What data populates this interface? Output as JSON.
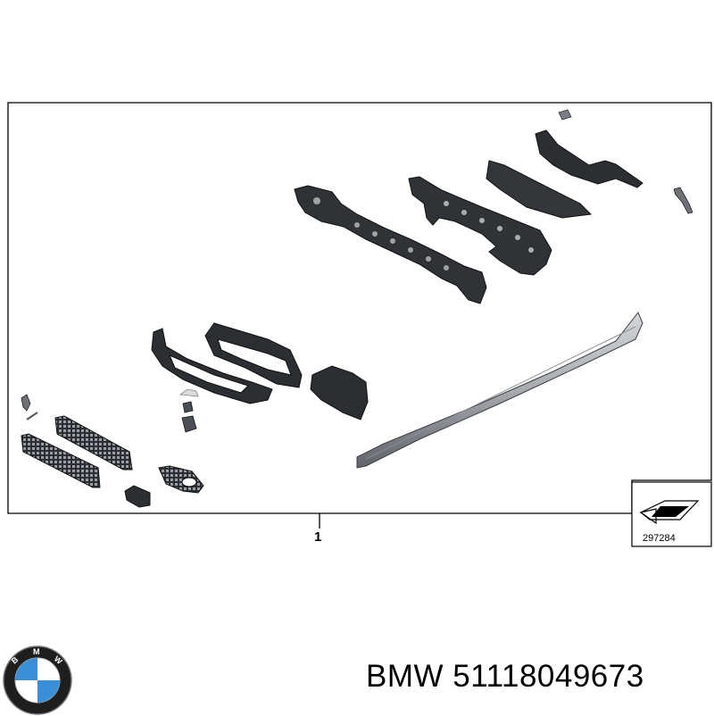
{
  "diagram": {
    "callout_number": "1",
    "reference_code": "297284"
  },
  "brand": {
    "name": "BMW",
    "part_number": "51118049673",
    "logo_letters": [
      "B",
      "M",
      "W"
    ]
  },
  "colors": {
    "part_dark": "#2b2e33",
    "part_mid": "#4a4e55",
    "sill_light": "#b9bcc0",
    "sill_dark": "#6e7278",
    "frame": "#000000",
    "logo_blue": "#3a8fd6"
  }
}
